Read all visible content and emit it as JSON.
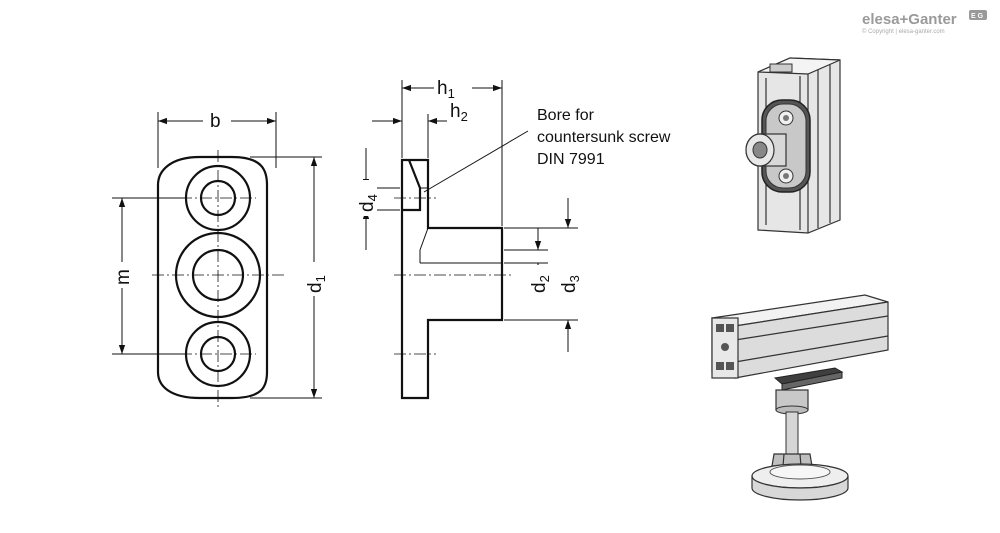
{
  "brand": {
    "name": "elesa+Ganter",
    "badge": "E G",
    "copyright": "© Copyright | elesa-ganter.com"
  },
  "labels": {
    "b": "b",
    "m": "m",
    "d1_main": "d",
    "d1_sub": "1",
    "h1_main": "h",
    "h1_sub": "1",
    "h2_main": "h",
    "h2_sub": "2",
    "d4_main": "d",
    "d4_sub": "4",
    "d2_main": "d",
    "d2_sub": "2",
    "d3_main": "d",
    "d3_sub": "3"
  },
  "note": {
    "line1": "Bore for",
    "line2": "countersunk screw",
    "line3": "DIN 7991"
  }
}
